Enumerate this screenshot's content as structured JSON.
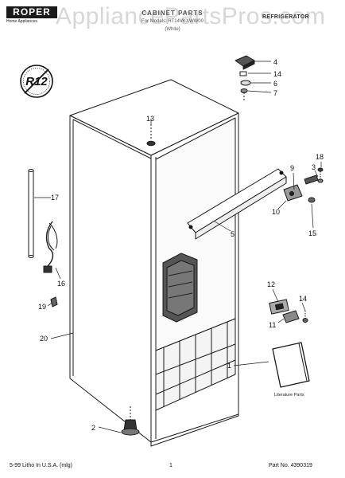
{
  "header": {
    "brand": "ROPER",
    "brand_sub": "Home Appliances",
    "title": "CABINET PARTS",
    "model": "For Models: RT14VKXWW00",
    "variant": "(White)",
    "category": "REFRIGERATOR"
  },
  "watermark": "AppliancePartsPros.com",
  "seal": "R12",
  "callouts": [
    "4",
    "14",
    "6",
    "7",
    "13",
    "18",
    "3",
    "9",
    "10",
    "15",
    "17",
    "5",
    "16",
    "12",
    "19",
    "14",
    "11",
    "20",
    "1",
    "2"
  ],
  "literature_label": "Literature Parts",
  "footer": {
    "left": "5-99 Litho In U.S.A. (mlg)",
    "page": "1",
    "part_no": "Part No. 4390319"
  },
  "colors": {
    "ink": "#1a1a1a",
    "watermark": "#8c8c8c"
  }
}
